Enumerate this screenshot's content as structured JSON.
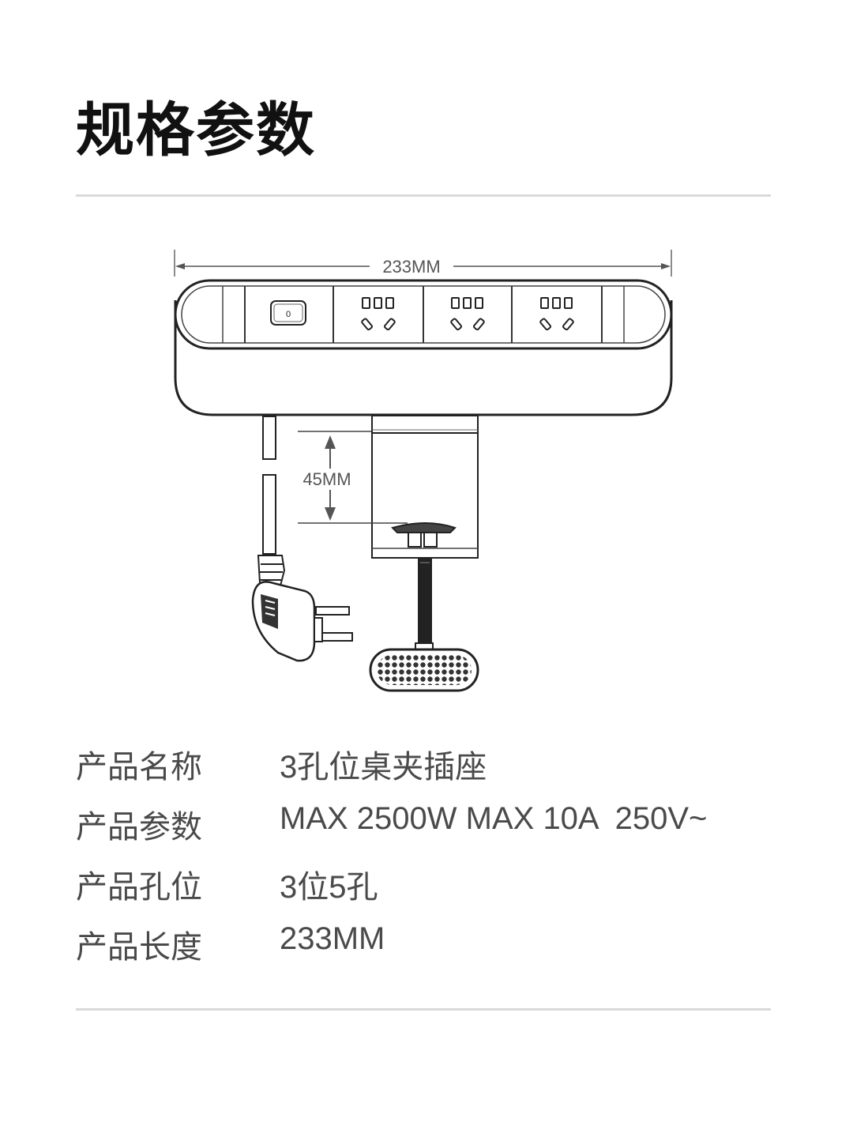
{
  "title": "规格参数",
  "diagram": {
    "width_label": "233MM",
    "height_label": "45MM",
    "switch_label": "0"
  },
  "specs": [
    {
      "label": "产品名称",
      "value": "3孔位桌夹插座"
    },
    {
      "label": "产品参数",
      "value": "MAX 2500W MAX 10A  250V~"
    },
    {
      "label": "产品孔位",
      "value": "3位5孔"
    },
    {
      "label": "产品长度",
      "value": "233MM"
    }
  ]
}
